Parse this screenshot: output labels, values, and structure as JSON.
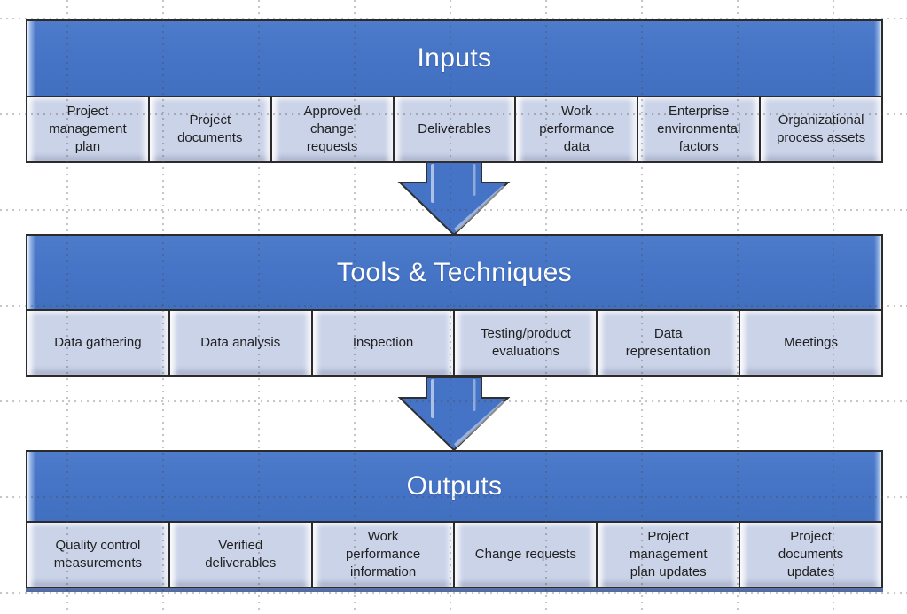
{
  "diagram": {
    "kind": "process-flow",
    "flow_direction": "top-to-bottom"
  },
  "colors": {
    "accent_blue": "#4573C4",
    "item_fill": "#CBD3E8",
    "outline": "#2B2B2B",
    "header_text": "#FFFFFF",
    "item_text": "#1F1F1F",
    "grid_dot": "#BFBFBF",
    "background": "#FFFFFF"
  },
  "sections": [
    {
      "title": "Inputs",
      "items": [
        "Project\nmanagement\nplan",
        "Project\ndocuments",
        "Approved\nchange\nrequests",
        "Deliverables",
        "Work\nperformance\ndata",
        "Enterprise\nenvironmental\nfactors",
        "Organizational\nprocess assets"
      ]
    },
    {
      "title": "Tools & Techniques",
      "items": [
        "Data gathering",
        "Data analysis",
        "Inspection",
        "Testing/product\nevaluations",
        "Data\nrepresentation",
        "Meetings"
      ]
    },
    {
      "title": "Outputs",
      "items": [
        "Quality control\nmeasurements",
        "Verified\ndeliverables",
        "Work\nperformance\ninformation",
        "Change requests",
        "Project\nmanagement\nplan updates",
        "Project\ndocuments\nupdates"
      ]
    }
  ],
  "arrows": [
    {
      "name": "inputs-to-tools-arrow",
      "direction": "down"
    },
    {
      "name": "tools-to-outputs-arrow",
      "direction": "down"
    }
  ]
}
